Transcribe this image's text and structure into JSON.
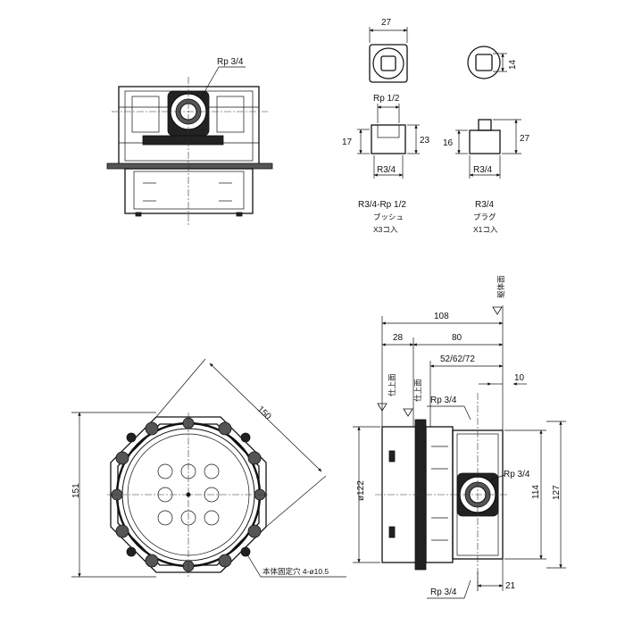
{
  "front_view": {
    "port_label": "Rp 3/4"
  },
  "bush": {
    "dim_width": "27",
    "dim_inner_thread": "Rp 1/2",
    "dim_h1": "17",
    "dim_h2": "23",
    "dim_outer_thread": "R3/4",
    "caption_line1": "R3/4-Rp 1/2",
    "caption_line2": "ブッシュ",
    "caption_line3": "X3コ入"
  },
  "plug": {
    "dim_height": "14",
    "dim_h1": "16",
    "dim_h2": "27",
    "dim_outer_thread": "R3/4",
    "caption_line1": "R3/4",
    "caption_line2": "プラグ",
    "caption_line3": "X1コ入"
  },
  "plan_view": {
    "dim_diagonal": "150",
    "dim_height": "151",
    "mount_hole_label": "本体固定穴 4-ø10.5"
  },
  "side_view": {
    "dim_108": "108",
    "dim_28": "28",
    "dim_80": "80",
    "dim_52_62_72": "52/62/72",
    "dim_10": "10",
    "top_port": "Rp 3/4",
    "right_port": "Rp 3/4",
    "bottom_port": "Rp 3/4",
    "dim_122": "ø122",
    "dim_114": "114",
    "dim_127": "127",
    "dim_21": "21",
    "label_wall_1": "仕上面",
    "label_wall_2": "仕上面",
    "label_back": "躯体面"
  }
}
